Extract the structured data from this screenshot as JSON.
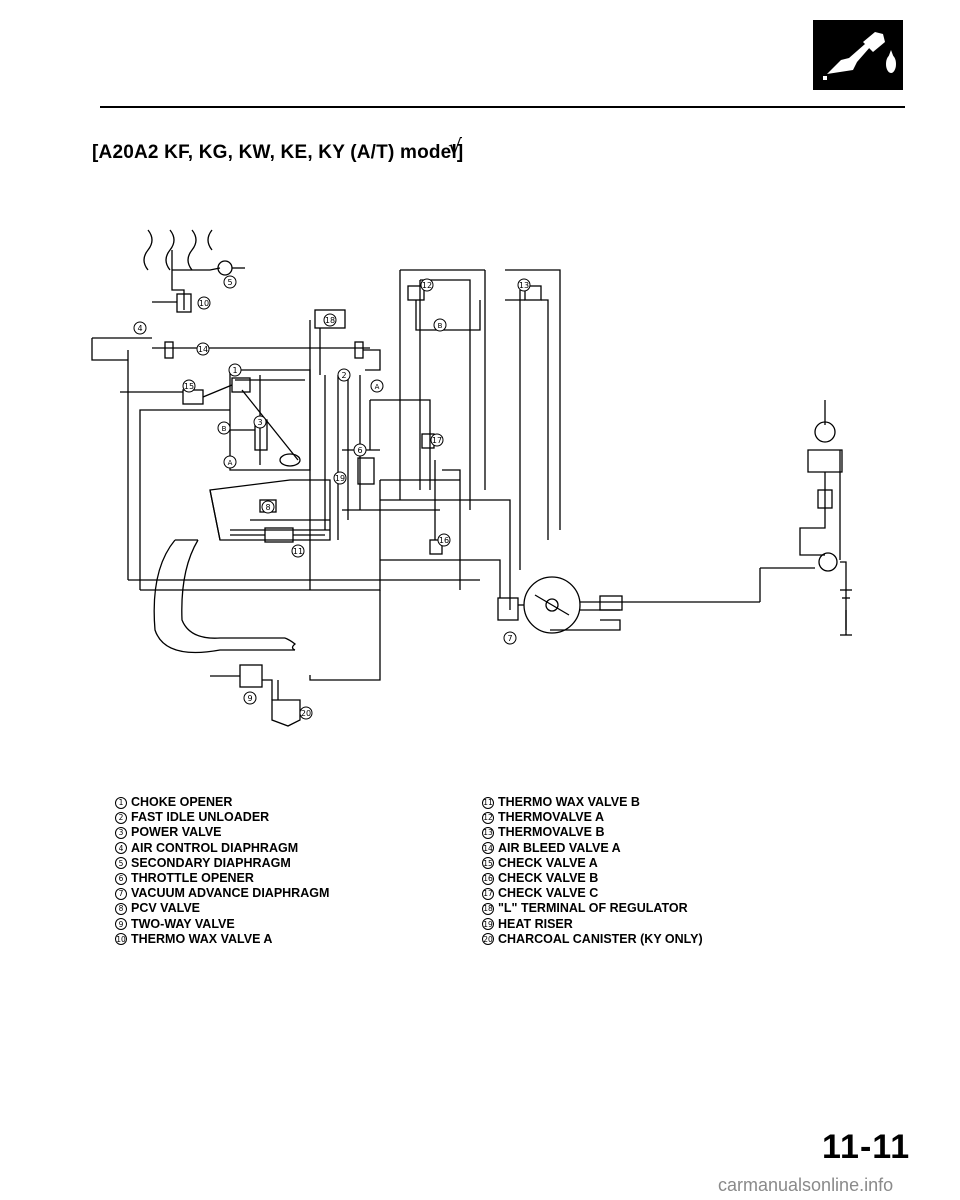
{
  "header": {
    "title": "[A20A2 KF, KG, KW, KE, KY (A/T) model]",
    "check_mark": "√",
    "icon": "fuel-nozzle-icon"
  },
  "diagram": {
    "callouts": [
      "1",
      "2",
      "3",
      "4",
      "5",
      "6",
      "7",
      "8",
      "9",
      "10",
      "11",
      "12",
      "13",
      "14",
      "15",
      "16",
      "17",
      "18",
      "19",
      "20"
    ],
    "port_labels": {
      "a": "A",
      "b": "B"
    }
  },
  "legend": {
    "left": [
      {
        "num": "1",
        "label": "CHOKE OPENER"
      },
      {
        "num": "2",
        "label": "FAST IDLE UNLOADER"
      },
      {
        "num": "3",
        "label": "POWER VALVE"
      },
      {
        "num": "4",
        "label": "AIR CONTROL DIAPHRAGM"
      },
      {
        "num": "5",
        "label": "SECONDARY DIAPHRAGM"
      },
      {
        "num": "6",
        "label": "THROTTLE OPENER"
      },
      {
        "num": "7",
        "label": "VACUUM ADVANCE DIAPHRAGM"
      },
      {
        "num": "8",
        "label": "PCV VALVE"
      },
      {
        "num": "9",
        "label": "TWO-WAY VALVE"
      },
      {
        "num": "10",
        "label": "THERMO WAX VALVE A"
      }
    ],
    "right": [
      {
        "num": "11",
        "label": "THERMO WAX VALVE B"
      },
      {
        "num": "12",
        "label": "THERMOVALVE A"
      },
      {
        "num": "13",
        "label": "THERMOVALVE B"
      },
      {
        "num": "14",
        "label": "AIR BLEED VALVE A"
      },
      {
        "num": "15",
        "label": "CHECK VALVE A"
      },
      {
        "num": "16",
        "label": "CHECK VALVE B"
      },
      {
        "num": "17",
        "label": "CHECK VALVE C"
      },
      {
        "num": "18",
        "label": "\"L\" TERMINAL OF REGULATOR"
      },
      {
        "num": "19",
        "label": "HEAT RISER"
      },
      {
        "num": "20",
        "label": "CHARCOAL CANISTER (KY ONLY)"
      }
    ]
  },
  "footer": {
    "page_number": "11-11",
    "watermark": "carmanualsonline.info"
  }
}
